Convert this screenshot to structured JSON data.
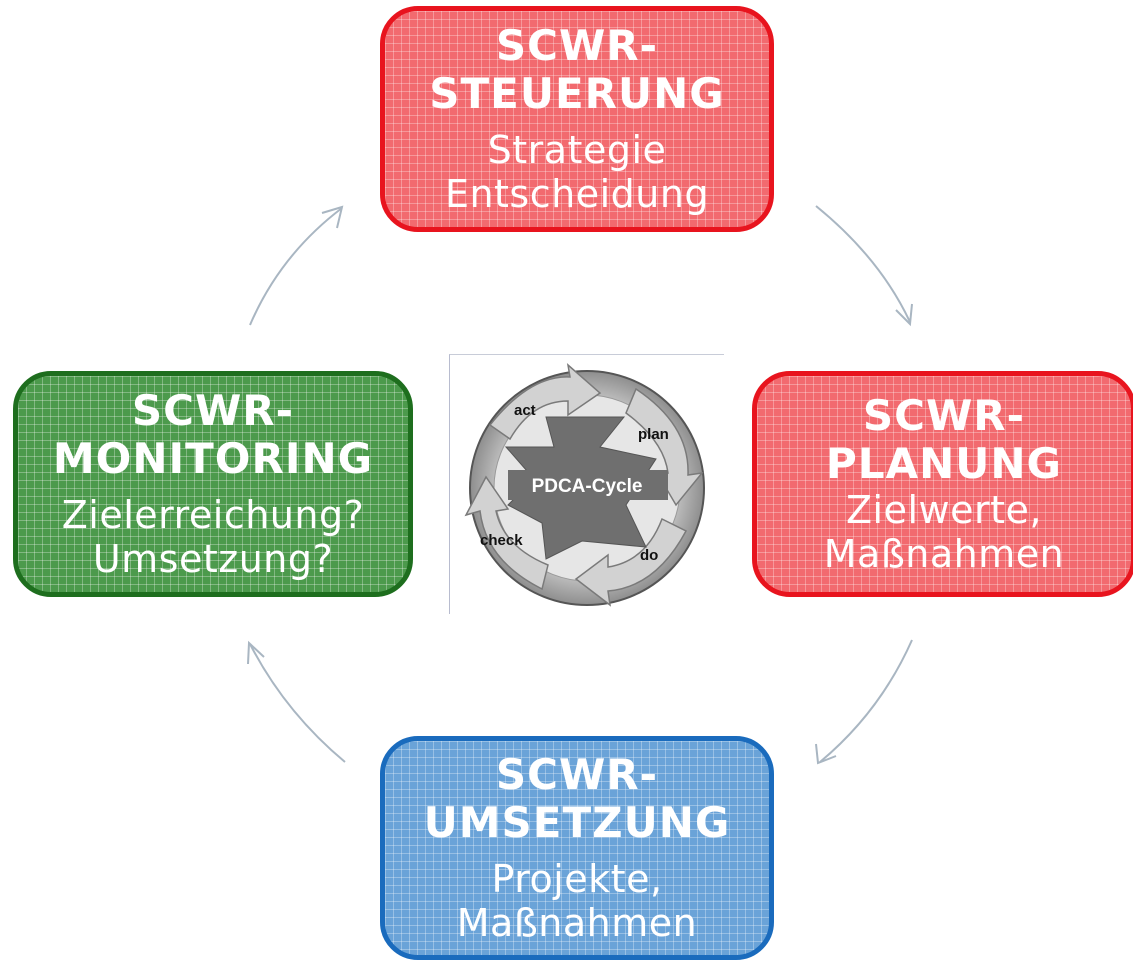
{
  "boxes": {
    "steuerung": {
      "title1": "SCWR-",
      "title2": "STEUERUNG",
      "line1": "Strategie",
      "line2": "Entscheidung"
    },
    "planung": {
      "title1": "SCWR-",
      "title2": "PLANUNG",
      "line1": "Zielwerte,",
      "line2": "Maßnahmen"
    },
    "umsetzung": {
      "title1": "SCWR-",
      "title2": "UMSETZUNG",
      "line1": "Projekte,",
      "line2": "Maßnahmen"
    },
    "monitoring": {
      "title1": "SCWR-",
      "title2": "MONITORING",
      "line1": "Zielerreichung?",
      "line2": "Umsetzung?"
    }
  },
  "pdca": {
    "center": "PDCA-Cycle",
    "act": "act",
    "plan": "plan",
    "do": "do",
    "check": "check"
  },
  "colors": {
    "red": "#f26a6f",
    "red_border": "#e8141e",
    "green": "#4c9a4c",
    "green_border": "#1e6e1e",
    "blue": "#6aa3d8",
    "blue_border": "#1a6bbd",
    "arrow": "#a9b6c2"
  },
  "icons": [
    "cycle-arrow-icon"
  ]
}
